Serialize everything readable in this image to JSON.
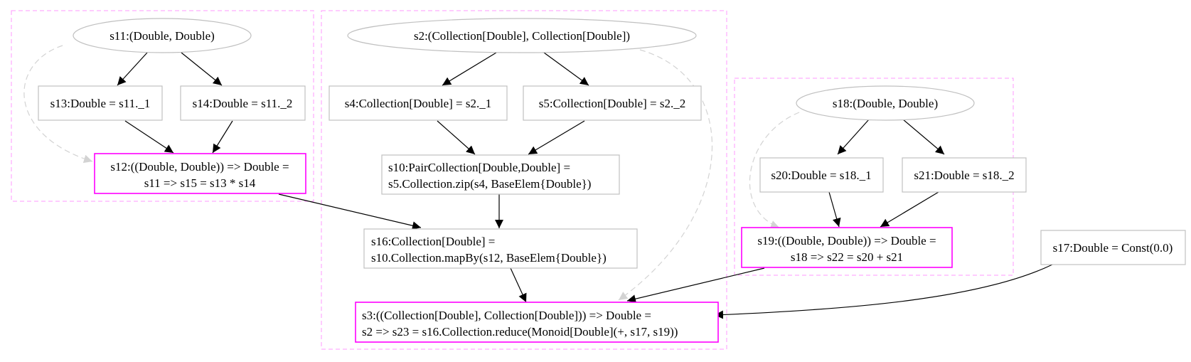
{
  "colors": {
    "cluster_border": "#ff99ff",
    "node_border": "#c0c0c0",
    "lambda_border": "#ff00ff",
    "edge": "#000000",
    "dependency_edge": "#d3d3d3"
  },
  "nodes": {
    "s11": {
      "shape": "ellipse",
      "lines": [
        "s11:(Double, Double)"
      ]
    },
    "s13": {
      "shape": "box",
      "lines": [
        "s13:Double = s11._1"
      ]
    },
    "s14": {
      "shape": "box",
      "lines": [
        "s14:Double = s11._2"
      ]
    },
    "s12": {
      "shape": "box-lambda",
      "lines": [
        "s12:((Double, Double)) => Double =",
        "s11 => s15 = s13 * s14"
      ]
    },
    "s2": {
      "shape": "ellipse",
      "lines": [
        "s2:(Collection[Double], Collection[Double])"
      ]
    },
    "s4": {
      "shape": "box",
      "lines": [
        "s4:Collection[Double] = s2._1"
      ]
    },
    "s5": {
      "shape": "box",
      "lines": [
        "s5:Collection[Double] = s2._2"
      ]
    },
    "s10": {
      "shape": "box",
      "lines": [
        "s10:PairCollection[Double,Double] =",
        "s5.Collection.zip(s4, BaseElem{Double})"
      ]
    },
    "s16": {
      "shape": "box",
      "lines": [
        "s16:Collection[Double] =",
        "s10.Collection.mapBy(s12, BaseElem{Double})"
      ]
    },
    "s3": {
      "shape": "box-lambda",
      "lines": [
        "s3:((Collection[Double], Collection[Double])) => Double =",
        "s2 => s23 = s16.Collection.reduce(Monoid[Double](+, s17, s19))"
      ]
    },
    "s18": {
      "shape": "ellipse",
      "lines": [
        "s18:(Double, Double)"
      ]
    },
    "s20": {
      "shape": "box",
      "lines": [
        "s20:Double = s18._1"
      ]
    },
    "s21": {
      "shape": "box",
      "lines": [
        "s21:Double = s18._2"
      ]
    },
    "s19": {
      "shape": "box-lambda",
      "lines": [
        "s19:((Double, Double)) => Double =",
        "s18 => s22 = s20 + s21"
      ]
    },
    "s17": {
      "shape": "box",
      "lines": [
        "s17:Double = Const(0.0)"
      ]
    }
  },
  "edges": [
    {
      "from": "s11",
      "to": "s13",
      "kind": "solid"
    },
    {
      "from": "s11",
      "to": "s14",
      "kind": "solid"
    },
    {
      "from": "s13",
      "to": "s12",
      "kind": "solid"
    },
    {
      "from": "s14",
      "to": "s12",
      "kind": "solid"
    },
    {
      "from": "s11",
      "to": "s12",
      "kind": "dashed"
    },
    {
      "from": "s2",
      "to": "s4",
      "kind": "solid"
    },
    {
      "from": "s2",
      "to": "s5",
      "kind": "solid"
    },
    {
      "from": "s4",
      "to": "s10",
      "kind": "solid"
    },
    {
      "from": "s5",
      "to": "s10",
      "kind": "solid"
    },
    {
      "from": "s10",
      "to": "s16",
      "kind": "solid"
    },
    {
      "from": "s12",
      "to": "s16",
      "kind": "solid"
    },
    {
      "from": "s16",
      "to": "s3",
      "kind": "solid"
    },
    {
      "from": "s2",
      "to": "s3",
      "kind": "dashed"
    },
    {
      "from": "s18",
      "to": "s20",
      "kind": "solid"
    },
    {
      "from": "s18",
      "to": "s21",
      "kind": "solid"
    },
    {
      "from": "s20",
      "to": "s19",
      "kind": "solid"
    },
    {
      "from": "s21",
      "to": "s19",
      "kind": "solid"
    },
    {
      "from": "s18",
      "to": "s19",
      "kind": "dashed"
    },
    {
      "from": "s19",
      "to": "s3",
      "kind": "solid"
    },
    {
      "from": "s17",
      "to": "s3",
      "kind": "solid"
    }
  ]
}
